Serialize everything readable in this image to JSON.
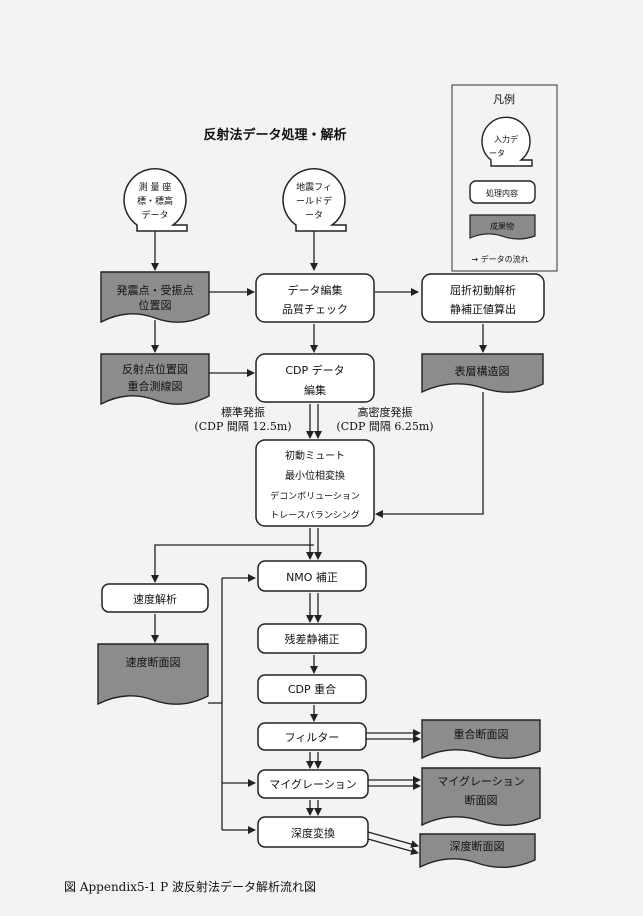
{
  "title": "反射法データ処理・解析",
  "caption": "図 Appendix5-1 P 波反射法データ解析流れ図",
  "legend": {
    "title": "凡例",
    "input_line1": "入力デ",
    "input_line2": "ータ",
    "process": "処理内容",
    "output": "成果物",
    "flow": "→ データの流れ"
  },
  "inputs": {
    "survey_line1": "測 量 座",
    "survey_line2": "標・標高",
    "survey_line3": "データ",
    "field_line1": "地震フィ",
    "field_line2": "ールドデ",
    "field_line3": "ータ"
  },
  "processes": {
    "edit_line1": "データ編集",
    "edit_line2": "品質チェック",
    "refraction_line1": "屈折初動解析",
    "refraction_line2": "静補正値算出",
    "cdp_line1": "CDP データ",
    "cdp_line2": "編集",
    "prestack_line1": "初動ミュート",
    "prestack_line2": "最小位相変換",
    "prestack_line3": "デコンボリューション",
    "prestack_line4": "トレースバランシング",
    "velocity": "速度解析",
    "nmo": "NMO 補正",
    "residual": "残差静補正",
    "stack": "CDP 重合",
    "filter": "フィルター",
    "migration": "マイグレーション",
    "depth": "深度変換"
  },
  "outputs": {
    "shot_line1": "発震点・受振点",
    "shot_line2": "位置図",
    "reflection_line1": "反射点位置図",
    "reflection_line2": "重合測線図",
    "surface": "表層構造図",
    "velocity_section": "速度断面図",
    "stack_section": "重合断面図",
    "migration_line1": "マイグレーション",
    "migration_line2": "断面図",
    "depth_section": "深度断面図"
  },
  "annotations": {
    "standard_line1": "標準発振",
    "standard_line2": "(CDP 間隔  12.5m)",
    "dense_line1": "高密度発振",
    "dense_line2": "(CDP 間隔  6.25m)"
  }
}
